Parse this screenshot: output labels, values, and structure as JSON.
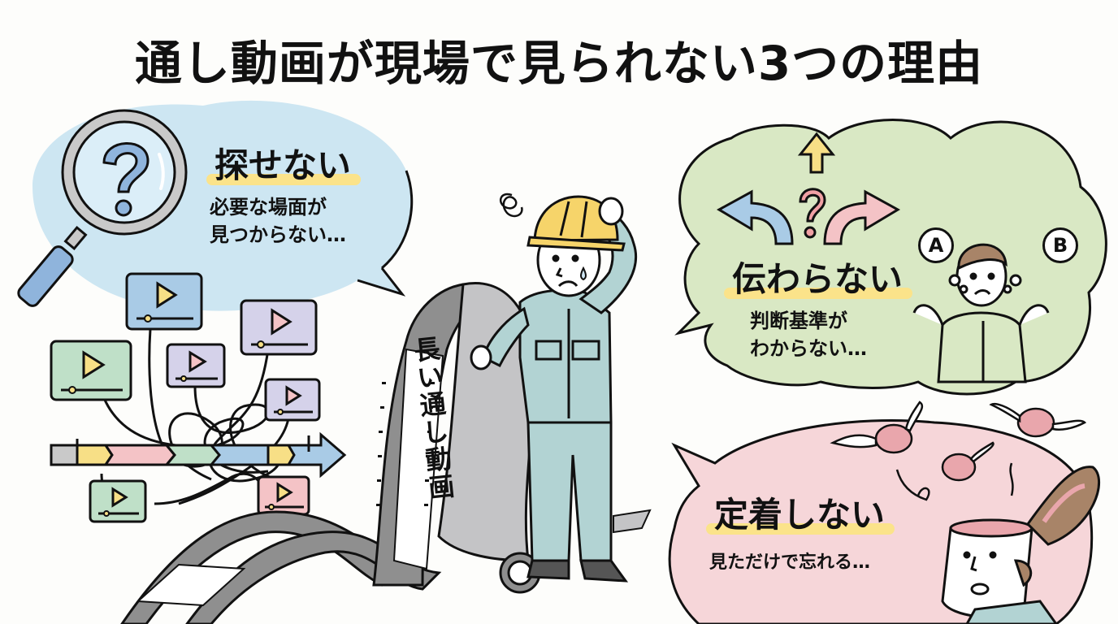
{
  "title": "通し動画が現場で見られない3つの理由",
  "reasons": [
    {
      "id": "search",
      "heading": "探せない",
      "description": "必要な場面が\n見つからない…",
      "bubble_color": "#cde6f2",
      "icon": "magnifier-question-icon"
    },
    {
      "id": "convey",
      "heading": "伝わらない",
      "description": "判断基準が\nわからない…",
      "bubble_color": "#d9e8c4",
      "icon": "branching-arrows-icon",
      "choices": [
        "A",
        "B"
      ]
    },
    {
      "id": "retain",
      "heading": "定着しない",
      "description": "見ただけで忘れる…",
      "bubble_color": "#f6d6d9",
      "icon": "flying-brain-icon"
    }
  ],
  "center": {
    "film_label": "長い通し動画",
    "character": "confused-worker"
  },
  "colors": {
    "highlight": "#fbe38a",
    "blue": "#a9cbe6",
    "green": "#bfe0c8",
    "purple": "#d5d2ea",
    "pink": "#f4c3c6",
    "yellow": "#f7df86",
    "film_gray": "#8f8f8f",
    "uniform": "#b2d3d3",
    "helmet": "#f6d46a"
  }
}
